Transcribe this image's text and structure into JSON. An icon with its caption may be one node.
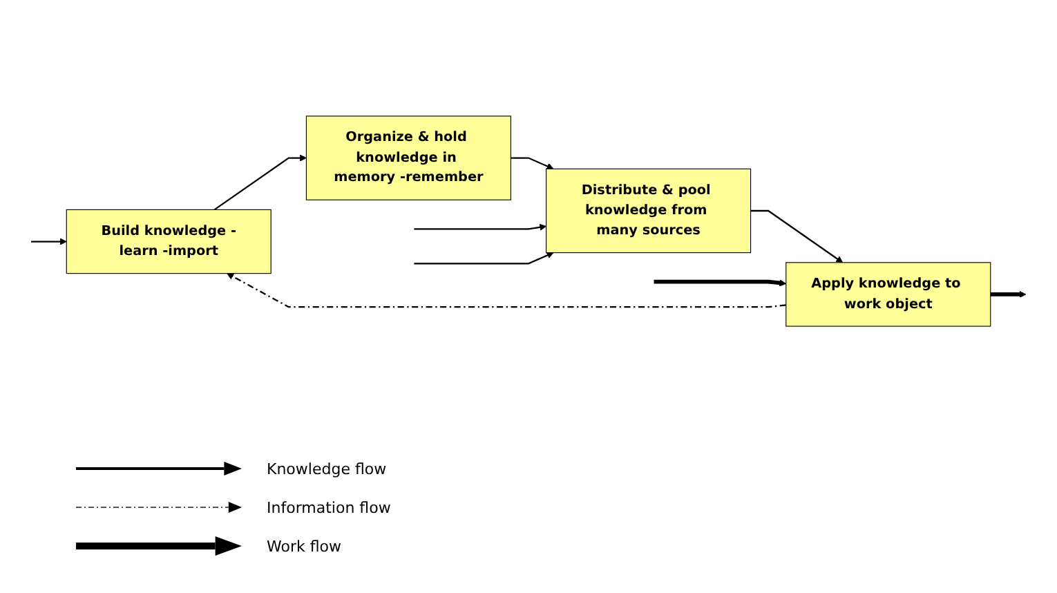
{
  "diagram": {
    "nodes": [
      {
        "text": [
          "Build knowledge -learn -import"
        ]
      },
      {
        "text": [
          "Organize & hold knowledge in memory -remember"
        ]
      },
      {
        "text": [
          "Distribute & pool knowledge from many sources"
        ]
      },
      {
        "text": [
          "Apply knowledge to work object"
        ]
      }
    ],
    "edges": [
      {
        "from": null,
        "to": 0,
        "arrow": "to"
      },
      {
        "from": 0,
        "to": 1,
        "arrow": "to"
      },
      {
        "from": 1,
        "to": 2,
        "arrow": "to"
      },
      {
        "from": null,
        "to": 2,
        "arrow": "to"
      },
      {
        "from": null,
        "to": 2,
        "arrow": "to"
      },
      {
        "from": 2,
        "to": 3,
        "arrow": "to"
      },
      {
        "from": null,
        "to": 3,
        "arrow": "to",
        "style": "thick"
      },
      {
        "from": 3,
        "to": null,
        "arrow": "to",
        "style": "thick"
      },
      {
        "from": 3,
        "to": 0,
        "arrow": "to",
        "style": "dashed"
      }
    ],
    "legend": [
      {
        "text": "Knowledge flow"
      },
      {
        "text": "Information flow"
      },
      {
        "text": "Work flow"
      }
    ]
  }
}
